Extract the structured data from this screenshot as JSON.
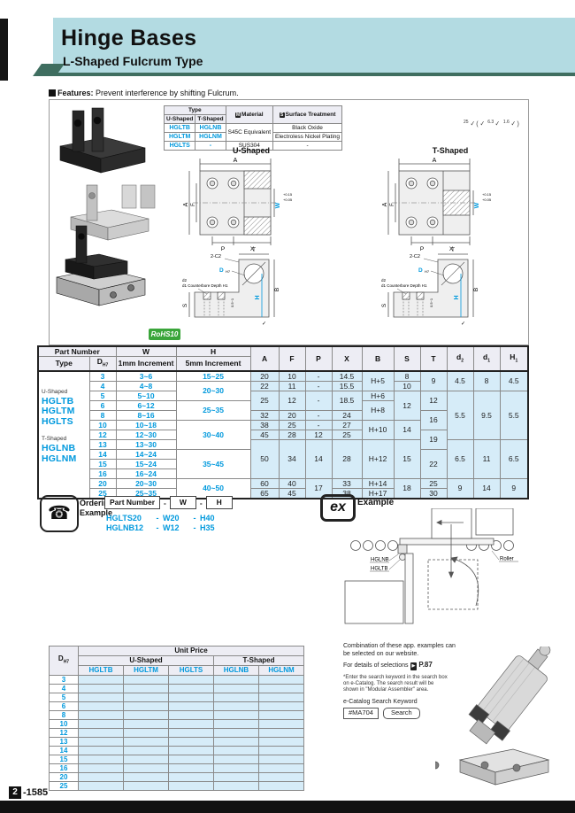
{
  "page": {
    "title": "Hinge Bases",
    "subtitle": "L-Shaped Fulcrum Type",
    "features_label": "Features:",
    "features_text": "Prevent interference by shifting Fulcrum.",
    "rohs_badge": "RoHS10"
  },
  "type_table": {
    "type_h": "Type",
    "u_h": "U-Shaped",
    "t_h": "T-Shaped",
    "m_icon": "M",
    "m_h": "Material",
    "s_icon": "S",
    "s_h": "Surface Treatment",
    "rows": [
      [
        "HGLTB",
        "HGLNB"
      ],
      [
        "HGLTM",
        "HGLNM"
      ],
      [
        "HGLTS",
        "-"
      ]
    ],
    "materials": [
      "S45C Equivalent",
      "SUS304"
    ],
    "surfaces": [
      "Black Oxide",
      "Electroless Nickel Plating",
      "-"
    ]
  },
  "drawings": {
    "u_title": "U-Shaped",
    "t_title": "T-Shaped",
    "dim_a": "A",
    "dim_f": "F",
    "dim_w": "W",
    "w_tol1": "+0.15",
    "w_tol2": "+0.05",
    "dim_p": "P",
    "dim_x": "X",
    "chamfer": "2-C2",
    "dim_t": "T",
    "dim_d": "D",
    "d_sub": "H7",
    "dim_h": "H",
    "dim_b": "B",
    "dim_s": "S",
    "cb_line1": "d2",
    "cb_line2": "d1 Counterbore Depth H1",
    "gap": "0.5~1",
    "roughness": {
      "v1": "25",
      "open": "(",
      "v2": "6.3",
      "v3": "1.6",
      "close": ")"
    }
  },
  "main_table": {
    "header": {
      "part_number": "Part Number",
      "type": "Type",
      "d_label": "D",
      "d_sub": "H7",
      "w_label": "W",
      "w_sub": "1mm Increment",
      "h_label": "H",
      "h_sub": "5mm Increment",
      "a": "A",
      "f": "F",
      "p": "P",
      "x": "X",
      "b": "B",
      "s": "S",
      "t": "T",
      "d2_l": "d",
      "d2_s": "2",
      "d1_l": "d",
      "d1_s": "1",
      "h1_l": "H",
      "h1_s": "1"
    },
    "type_cell": {
      "u_label": "U-Shaped",
      "u_items": [
        "HGLTB",
        "HGLTM",
        "HGLTS"
      ],
      "t_label": "T-Shaped",
      "t_items": [
        "HGLNB",
        "HGLNM"
      ]
    },
    "rows": [
      {
        "d": "3",
        "w": "3~6",
        "h": {
          "v": "15~25",
          "r": 1
        },
        "data": [
          {
            "v": "20",
            "r": 1
          },
          {
            "v": "10",
            "r": 1
          },
          {
            "v": "-",
            "r": 1
          },
          {
            "v": "14.5",
            "r": 1
          },
          {
            "v": "H+5",
            "r": 2
          },
          {
            "v": "8",
            "r": 1
          },
          {
            "v": "9",
            "r": 2
          },
          {
            "v": "4.5",
            "r": 2
          },
          {
            "v": "8",
            "r": 2
          },
          {
            "v": "4.5",
            "r": 2
          }
        ]
      },
      {
        "d": "4",
        "w": "4~8",
        "h": {
          "v": "20~30",
          "r": 2
        },
        "data": [
          {
            "v": "22",
            "r": 1
          },
          {
            "v": "11",
            "r": 1
          },
          {
            "v": "-",
            "r": 1
          },
          {
            "v": "15.5",
            "r": 1
          },
          null,
          {
            "v": "10",
            "r": 1
          },
          null,
          null,
          null,
          null
        ]
      },
      {
        "d": "5",
        "w": "5~10",
        "h": null,
        "data": [
          {
            "v": "25",
            "r": 2
          },
          {
            "v": "12",
            "r": 2
          },
          {
            "v": "-",
            "r": 2
          },
          {
            "v": "18.5",
            "r": 2
          },
          {
            "v": "H+6",
            "r": 1
          },
          {
            "v": "12",
            "r": 3
          },
          {
            "v": "12",
            "r": 2
          },
          {
            "v": "5.5",
            "r": 5
          },
          {
            "v": "9.5",
            "r": 5
          },
          {
            "v": "5.5",
            "r": 5
          }
        ]
      },
      {
        "d": "6",
        "w": "6~12",
        "h": {
          "v": "25~35",
          "r": 2
        },
        "data": [
          null,
          null,
          null,
          null,
          {
            "v": "H+8",
            "r": 2
          },
          null,
          null,
          null,
          null,
          null
        ]
      },
      {
        "d": "8",
        "w": "8~16",
        "h": null,
        "data": [
          {
            "v": "32",
            "r": 1
          },
          {
            "v": "20",
            "r": 1
          },
          {
            "v": "-",
            "r": 1
          },
          {
            "v": "24",
            "r": 1
          },
          null,
          null,
          {
            "v": "16",
            "r": 2
          },
          null,
          null,
          null
        ]
      },
      {
        "d": "10",
        "w": "10~18",
        "h": {
          "v": "30~40",
          "r": 3
        },
        "data": [
          {
            "v": "38",
            "r": 1
          },
          {
            "v": "25",
            "r": 1
          },
          {
            "v": "-",
            "r": 1
          },
          {
            "v": "27",
            "r": 1
          },
          {
            "v": "H+10",
            "r": 2
          },
          {
            "v": "14",
            "r": 2
          },
          null,
          null,
          null,
          null
        ]
      },
      {
        "d": "12",
        "w": "12~30",
        "h": null,
        "data": [
          {
            "v": "45",
            "r": 1
          },
          {
            "v": "28",
            "r": 1
          },
          {
            "v": "12",
            "r": 1
          },
          {
            "v": "25",
            "r": 1
          },
          null,
          null,
          {
            "v": "19",
            "r": 2
          },
          null,
          null,
          null
        ]
      },
      {
        "d": "13",
        "w": "13~30",
        "h": null,
        "data": [
          {
            "v": "50",
            "r": 4
          },
          {
            "v": "34",
            "r": 4
          },
          {
            "v": "14",
            "r": 4
          },
          {
            "v": "28",
            "r": 4
          },
          {
            "v": "H+12",
            "r": 4
          },
          {
            "v": "15",
            "r": 4
          },
          null,
          {
            "v": "6.5",
            "r": 4
          },
          {
            "v": "11",
            "r": 4
          },
          {
            "v": "6.5",
            "r": 4
          }
        ]
      },
      {
        "d": "14",
        "w": "14~24",
        "h": {
          "v": "35~45",
          "r": 3
        },
        "data": [
          null,
          null,
          null,
          null,
          null,
          null,
          {
            "v": "22",
            "r": 3
          },
          null,
          null,
          null
        ]
      },
      {
        "d": "15",
        "w": "15~24",
        "h": null,
        "data": [
          null,
          null,
          null,
          null,
          null,
          null,
          null,
          null,
          null,
          null
        ]
      },
      {
        "d": "16",
        "w": "16~24",
        "h": null,
        "data": [
          null,
          null,
          null,
          null,
          null,
          null,
          null,
          null,
          null,
          null
        ]
      },
      {
        "d": "20",
        "w": "20~30",
        "h": {
          "v": "40~50",
          "r": 2
        },
        "data": [
          {
            "v": "60",
            "r": 1
          },
          {
            "v": "40",
            "r": 1
          },
          {
            "v": "17",
            "r": 2
          },
          {
            "v": "33",
            "r": 1
          },
          {
            "v": "H+14",
            "r": 1
          },
          {
            "v": "18",
            "r": 2
          },
          {
            "v": "25",
            "r": 1
          },
          {
            "v": "9",
            "r": 2
          },
          {
            "v": "14",
            "r": 2
          },
          {
            "v": "9",
            "r": 2
          }
        ]
      },
      {
        "d": "25",
        "w": "25~35",
        "h": null,
        "data": [
          {
            "v": "65",
            "r": 1
          },
          {
            "v": "45",
            "r": 1
          },
          null,
          {
            "v": "38",
            "r": 1
          },
          {
            "v": "H+17",
            "r": 1
          },
          null,
          {
            "v": "30",
            "r": 1
          },
          null,
          null,
          null
        ]
      }
    ]
  },
  "ordering": {
    "label1": "Ordering",
    "label2": "Example",
    "pn": "Part Number",
    "sep": "-",
    "w": "W",
    "h": "H",
    "ex1": [
      "HGLTS20",
      "-",
      "W20",
      "-",
      "H40"
    ],
    "ex2": [
      "HGLNB12",
      "-",
      "W12",
      "-",
      "H35"
    ]
  },
  "example": {
    "badge": "ex",
    "label": "Example",
    "hglnb": "HGLNB",
    "hgltb": "HGLTB",
    "roller": "Roller"
  },
  "info": {
    "line1": "Combination of these app. examples can be selected on our website.",
    "line2": "For details of selections",
    "ref": "P.87",
    "note": "*Enter the search keyword in the search box on e-Catalog. The search result will be shown in \"Modular Assembler\" area.",
    "keyword_label": "e-Catalog Search Keyword",
    "keyword": "#MA704",
    "search": "Search"
  },
  "unit_price": {
    "title": "Unit Price",
    "d_label": "D",
    "d_sub": "H7",
    "u_group": "U-Shaped",
    "t_group": "T-Shaped",
    "cols": [
      "HGLTB",
      "HGLTM",
      "HGLTS",
      "HGLNB",
      "HGLNM"
    ],
    "rows": [
      "3",
      "4",
      "5",
      "6",
      "8",
      "10",
      "12",
      "13",
      "14",
      "15",
      "16",
      "20",
      "25"
    ]
  },
  "footer": {
    "book": "2",
    "page": "-1585"
  },
  "colors": {
    "accent": "#0099dd",
    "band": "#b3dbe2",
    "rule": "#3f6e60",
    "cell": "#d6ecf8",
    "head": "#ededf4",
    "rohs_green": "#3aa53a"
  }
}
